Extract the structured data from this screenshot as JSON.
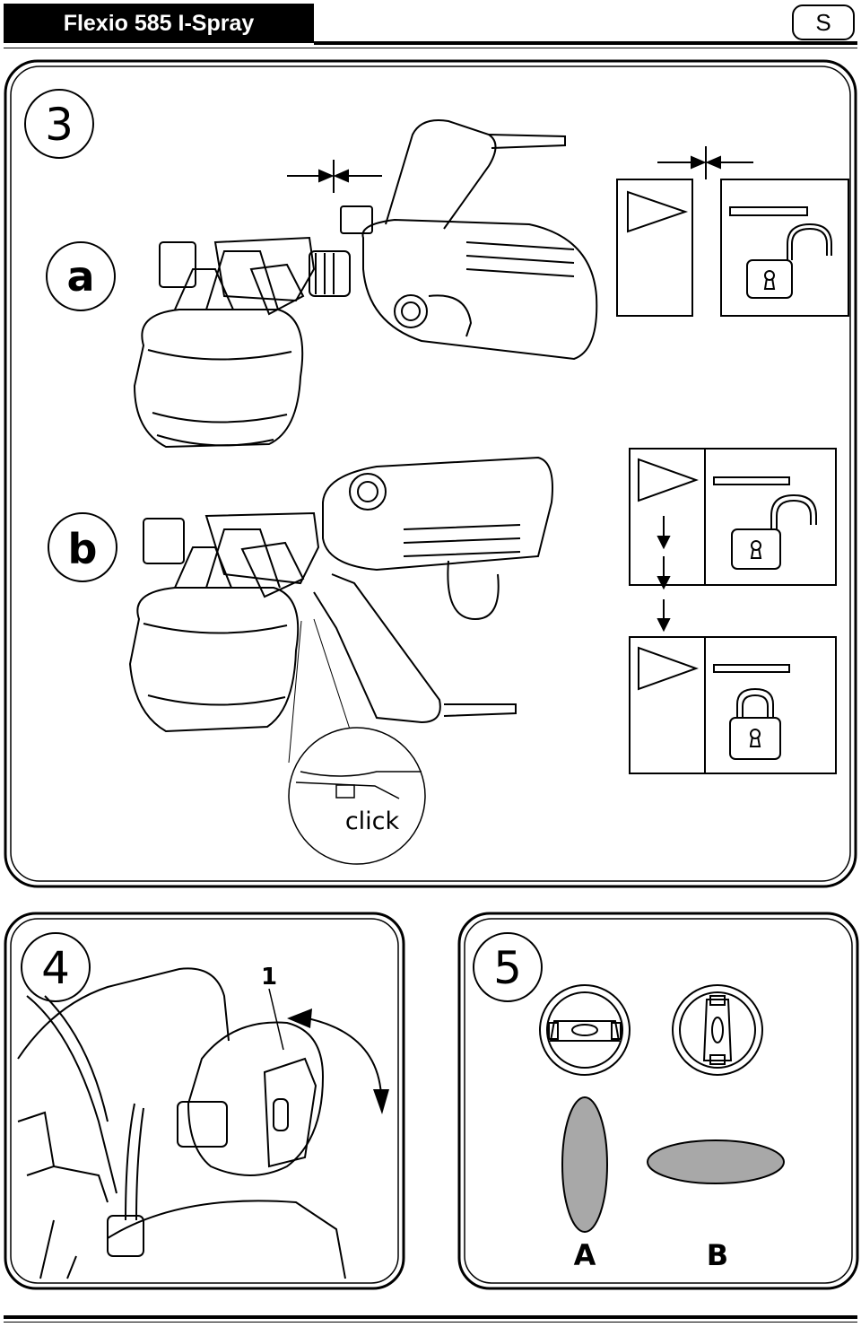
{
  "header": {
    "title": "Flexio 585 I-Spray",
    "language_badge": "S"
  },
  "panels": {
    "panel3": {
      "step": "3",
      "sub_a": "a",
      "sub_b": "b",
      "callout_text": "click"
    },
    "panel4": {
      "step": "4",
      "part_label": "1"
    },
    "panel5": {
      "step": "5",
      "pattern_a": "A",
      "pattern_b": "B"
    }
  },
  "icons": [
    "play-triangle-icon",
    "unlock-icon",
    "lock-icon",
    "down-arrow-icon",
    "rotation-arrow-icon",
    "gap-arrows-icon"
  ],
  "colors": {
    "ink": "#000000",
    "fill_grey": "#a8a8a8",
    "paper": "#ffffff"
  }
}
